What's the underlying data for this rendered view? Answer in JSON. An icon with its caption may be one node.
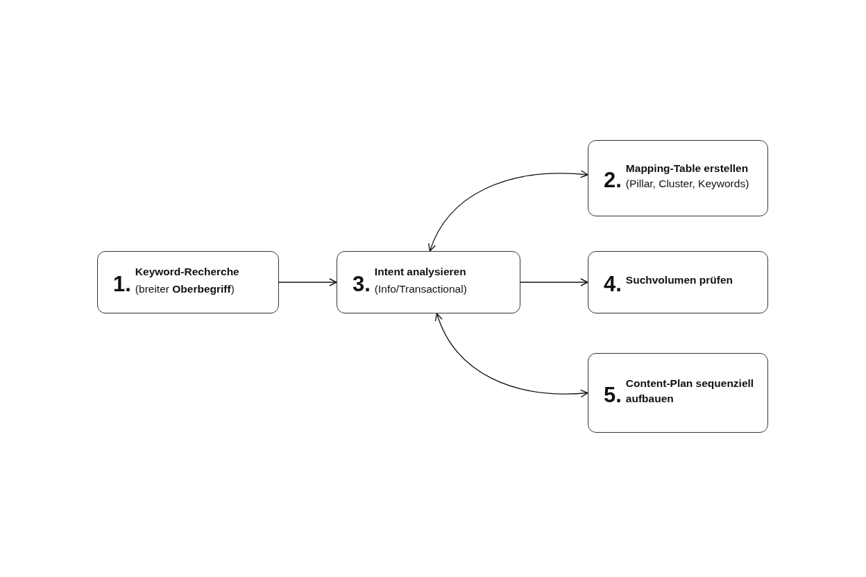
{
  "diagram": {
    "nodes": [
      {
        "text": [
          "1.",
          "Keyword-Recherche",
          "(breiter **Oberbegriff**)"
        ]
      },
      {
        "text": [
          "2.",
          "**Mapping-Table erstellen** (Pillar, Cluster, Keywords)"
        ]
      },
      {
        "text": [
          "3.",
          "Intent analysieren",
          "(Info/Transactional)"
        ]
      },
      {
        "text": [
          "4.",
          "Suchvolumen prüfen"
        ]
      },
      {
        "text": [
          "5.",
          "Content-Plan sequenziell aufbauen"
        ]
      }
    ],
    "edges": [
      {
        "from": 0,
        "to": 2,
        "arrow": "to"
      },
      {
        "from": 2,
        "to": 3,
        "arrow": "to"
      },
      {
        "from": 2,
        "to": 1,
        "arrow": "both"
      },
      {
        "from": 2,
        "to": 4,
        "arrow": "both"
      }
    ]
  }
}
